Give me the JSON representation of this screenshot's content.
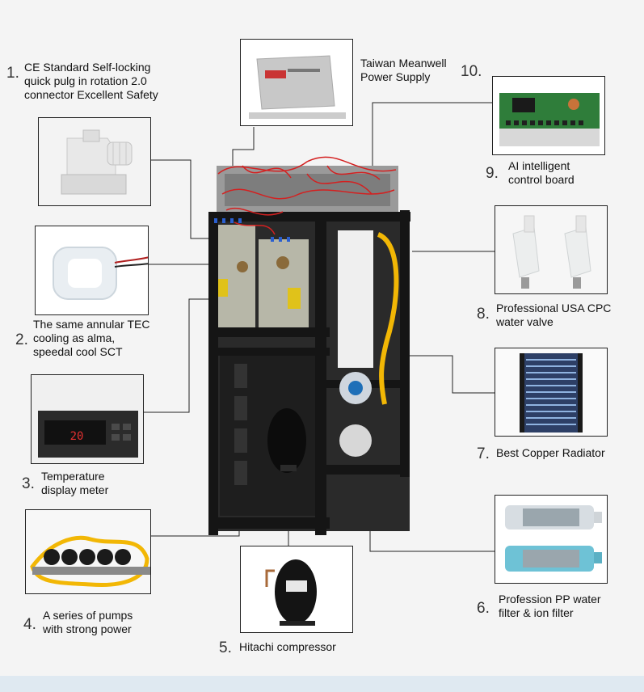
{
  "callouts": [
    {
      "num": "1.",
      "lines": [
        "CE Standard Self-locking",
        "quick pulg in rotation 2.0",
        "connector Excellent Safety"
      ]
    },
    {
      "num": "2.",
      "lines": [
        "The same annular TEC",
        "cooling as alma,",
        "speedal cool SCT"
      ]
    },
    {
      "num": "3.",
      "lines": [
        "Temperature",
        "display meter"
      ]
    },
    {
      "num": "4.",
      "lines": [
        "A series of pumps",
        "with strong power"
      ]
    },
    {
      "num": "5.",
      "lines": [
        "Hitachi compressor"
      ]
    },
    {
      "num": "6.",
      "lines": [
        "Profession PP water",
        "filter & ion filter"
      ]
    },
    {
      "num": "7.",
      "lines": [
        "Best Copper Radiator"
      ]
    },
    {
      "num": "8.",
      "lines": [
        "Professional USA CPC",
        "water valve"
      ]
    },
    {
      "num": "9.",
      "lines": [
        "AI intelligent",
        "control board"
      ]
    },
    {
      "num": "10.",
      "lines": [
        "Taiwan Meanwell",
        "Power Supply"
      ]
    }
  ],
  "meter_display": "20",
  "colors": {
    "background": "#f4f4f4",
    "line": "#222222",
    "frame": "#151515",
    "wire_red": "#d42020",
    "hose_yellow": "#f2b705",
    "board_green": "#2f7d3a",
    "copper": "#c8733a",
    "bottom_bar": "#dfe9f1"
  }
}
